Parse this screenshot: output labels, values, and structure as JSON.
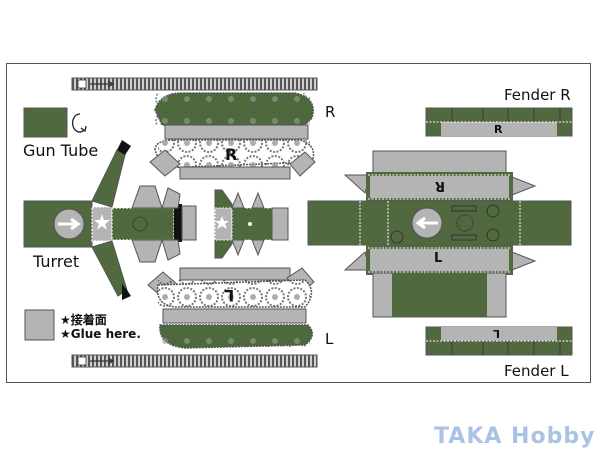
{
  "sheet": {
    "title": "Paper tank model cutout sheet",
    "colors": {
      "olive": "#51693f",
      "olive_dark": "#3f5330",
      "glue_gray": "#b4b4b4",
      "outline": "#555555",
      "watermark": "#a9c3e4"
    }
  },
  "labels": {
    "gun_tube": "Gun Tube",
    "turret": "Turret",
    "fender_r": "Fender R",
    "fender_l": "Fender L",
    "side_r": "R",
    "side_l": "L",
    "track_r_mark": "R",
    "track_l_mark": "L",
    "hull_r_mark": "R",
    "hull_l_mark": "L",
    "fender_r_mark": "R",
    "fender_l_mark": "L"
  },
  "legend": {
    "glue_jp": "★接着面",
    "glue_en": "★Glue here."
  },
  "icons": {
    "rotate": "rotate-icon",
    "arrow_left": "arrow-left-icon",
    "arrow_right": "arrow-right-icon",
    "star": "star-icon"
  },
  "watermark": "TAKA Hobby"
}
